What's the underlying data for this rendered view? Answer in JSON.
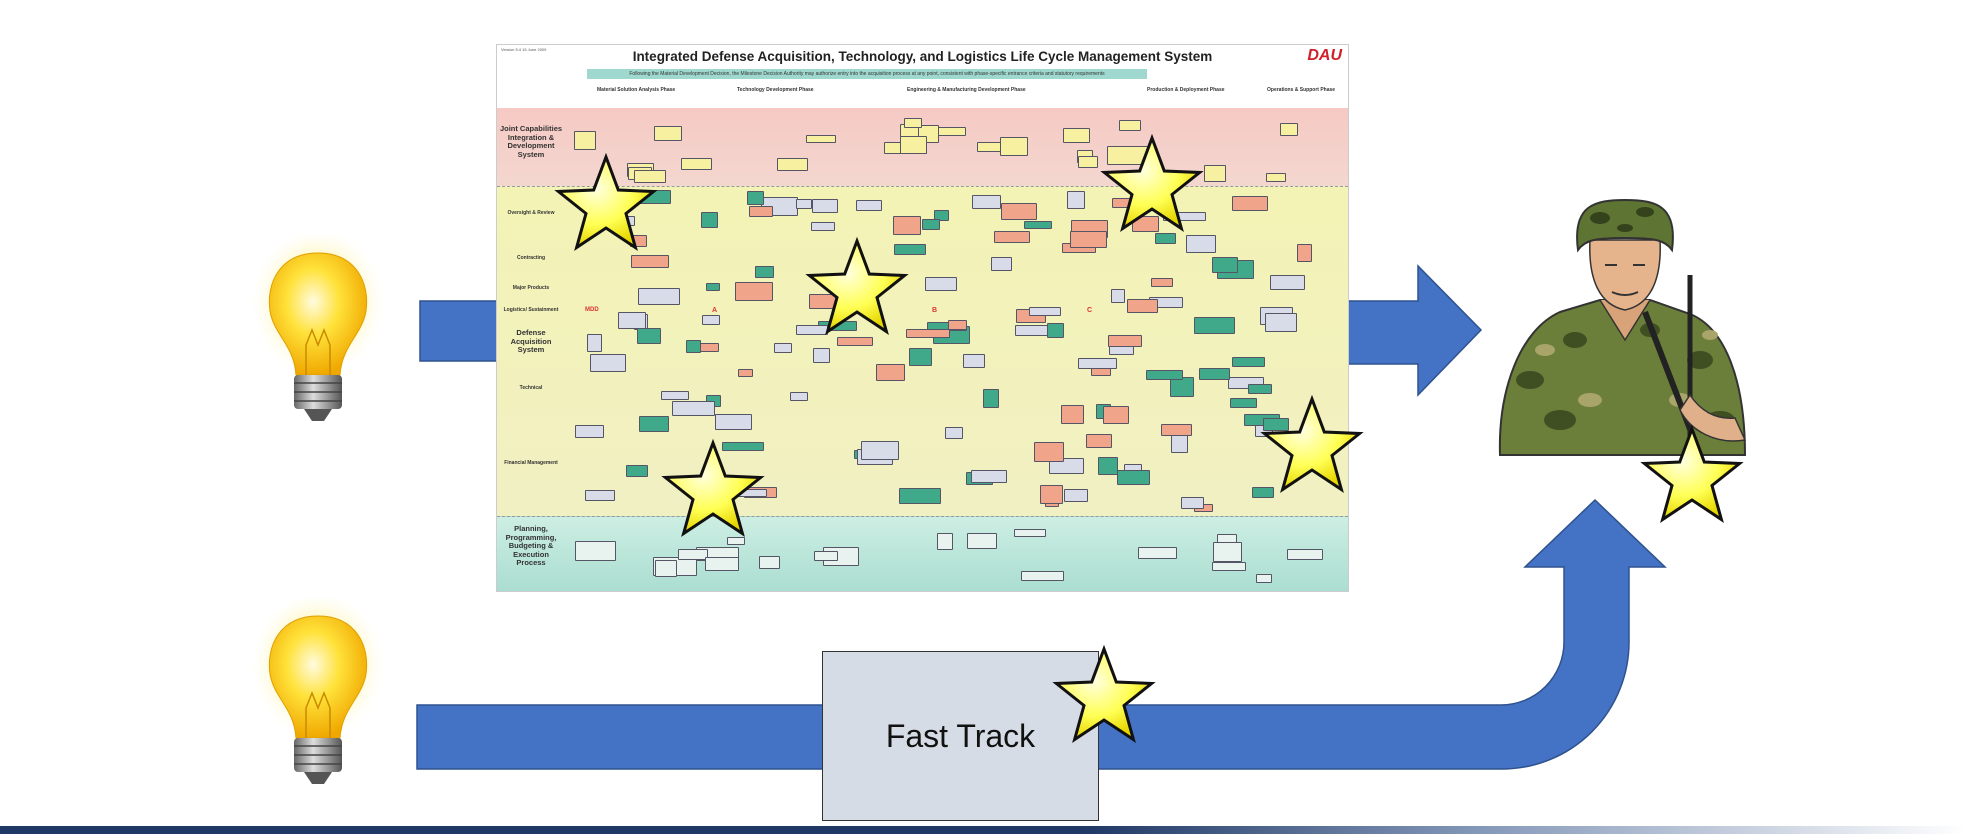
{
  "chart_poster": {
    "title": "Integrated Defense Acquisition, Technology, and Logistics Life Cycle Management System",
    "subtitle": "Following the Material Development Decision, the Milestone Decision Authority may authorize entry into the acquisition process at any point, consistent with phase-specific entrance criteria and statutory requirements",
    "version": "Version 5.4  15 June 2009",
    "logo": "DAU",
    "phases": [
      "Material Solution Analysis Phase",
      "Technology Development Phase",
      "Engineering & Manufacturing Development Phase",
      "Production & Deployment Phase",
      "Operations & Support Phase"
    ],
    "row_labels": {
      "jcids": "Joint Capabilities Integration & Development System",
      "oversight": "Oversight & Review",
      "contracting": "Contracting",
      "major_products": "Major Products",
      "logistics": "Logistics/ Sustainment",
      "das": "Defense Acquisition System",
      "technical": "Technical",
      "financial": "Financial Management",
      "ppbe": "Planning, Programming, Budgeting & Execution Process"
    },
    "milestones": [
      "MDD",
      "A",
      "B",
      "C"
    ]
  },
  "fast_track": {
    "label": "Fast Track"
  },
  "colors": {
    "arrow": "#4472c4",
    "arrow_border": "#2f528f",
    "star": "#ffff66",
    "box": "#d6dce5"
  }
}
